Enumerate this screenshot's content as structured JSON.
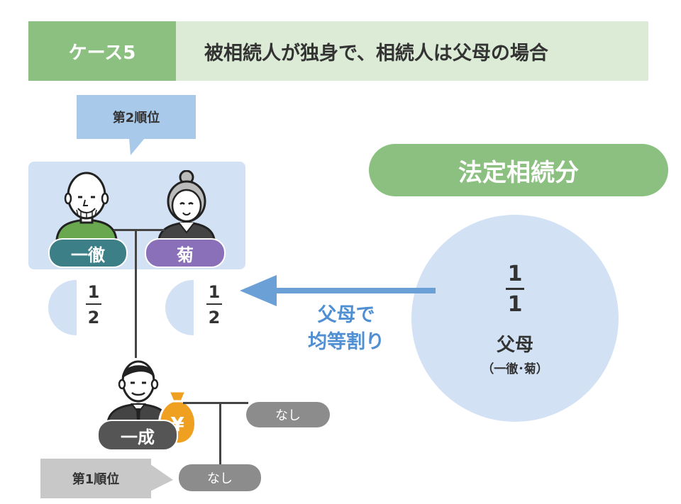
{
  "header": {
    "case_label": "ケース5",
    "title": "被相続人が独身で、相続人は父母の場合"
  },
  "ranks": {
    "second": "第2順位",
    "first": "第1順位"
  },
  "parents": {
    "father": "一徹",
    "mother": "菊",
    "father_share": {
      "numerator": "1",
      "denominator": "2"
    },
    "mother_share": {
      "numerator": "1",
      "denominator": "2"
    }
  },
  "deceased": {
    "name": "一成",
    "money_symbol": "¥"
  },
  "spouse_status": "なし",
  "child_status": "なし",
  "legal_share": {
    "heading": "法定相続分",
    "numerator": "1",
    "denominator": "1",
    "heirs_label": "父母",
    "heirs_names": "（一徹･菊）"
  },
  "split_note": {
    "line1": "父母で",
    "line2": "均等割り"
  },
  "colors": {
    "green_dark": "#8cc080",
    "green_light": "#dcebd5",
    "blue_light": "#d2e2f4",
    "blue_callout": "#a8c9ea",
    "arrow_blue": "#6aa0d6",
    "father_teal": "#3d7f87",
    "mother_purple": "#8a70b8",
    "self_gray": "#555555",
    "none_gray": "#8c8c8c",
    "coin_orange": "#f0a020"
  }
}
